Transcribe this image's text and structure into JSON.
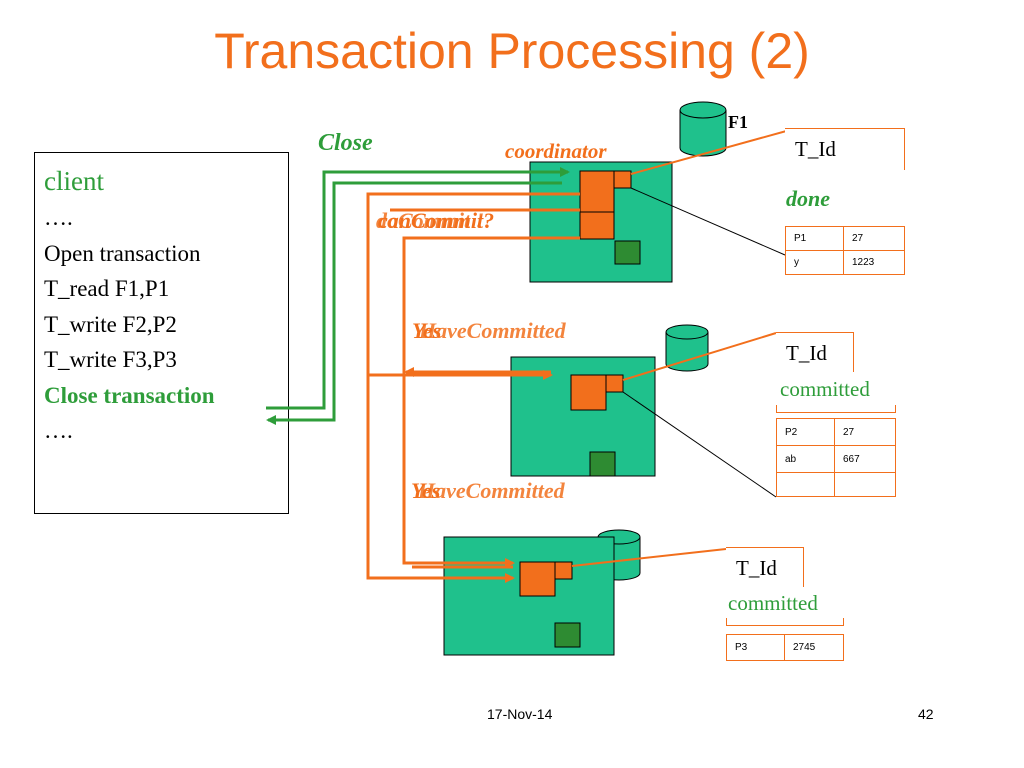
{
  "title": "Transaction Processing (2)",
  "client": {
    "lines": [
      "client",
      "….",
      "Open transaction",
      "T_read F1,P1",
      "T_write F2,P2",
      "T_write F3,P3",
      "Close transaction",
      "…."
    ]
  },
  "labels": {
    "close": "Close",
    "coordinator": "coordinator",
    "f1": "F1",
    "canCommit_overlap_1": "canCommit?",
    "canCommit_overlap_2": "doCommit !",
    "yes_1": "Yes",
    "haveCommitted_1": "HaveCommitted",
    "yes_2": "Yes",
    "haveCommitted_2": "HaveCommitted"
  },
  "servers": [
    {
      "tid": "T_Id",
      "state": "done",
      "rows": [
        [
          "P1",
          "27"
        ],
        [
          "y",
          "1223"
        ]
      ]
    },
    {
      "tid": "T_Id",
      "state": "committed",
      "rows": [
        [
          "P2",
          "27"
        ],
        [
          "ab",
          "667"
        ],
        [
          "",
          ""
        ]
      ]
    },
    {
      "tid": "T_Id",
      "state": "committed",
      "rows": [
        [
          "P3",
          "2745"
        ]
      ]
    }
  ],
  "footer": {
    "date": "17-Nov-14",
    "page": "42"
  },
  "colors": {
    "orange": "#f26f1c",
    "green": "#2e9d3a",
    "server": "#1fc18c",
    "dark_square": "#2e8b32"
  }
}
